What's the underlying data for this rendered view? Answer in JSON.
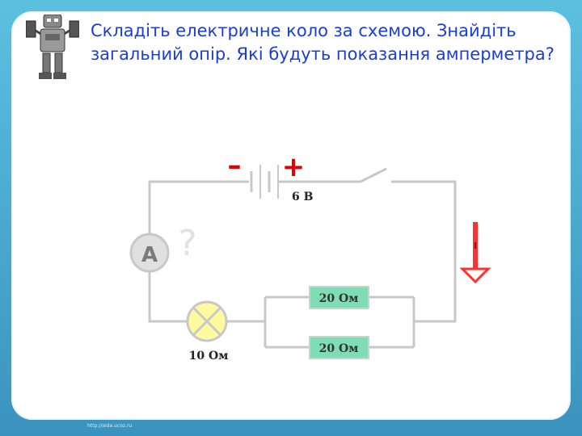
{
  "slide": {
    "title_line1": "Складіть електричне коло за схемою. Знайдіть",
    "title_line2": "загальний опір. Які будуть показання амперметра?",
    "footer_url": "http://aida.ucoz.ru"
  },
  "circuit": {
    "battery_minus": "–",
    "battery_plus": "+",
    "voltage_label": "6 В",
    "ammeter_symbol": "A",
    "ammeter_reading": "?",
    "current_label": "I",
    "lamp_resistance": "10 Ом",
    "resistor_top": "20 Ом",
    "resistor_bottom": "20 Ом"
  },
  "colors": {
    "wire": "#c8c8c8",
    "resistor_fill": "#7fdcb4",
    "lamp_fill": "#fff9a0",
    "ammeter_fill": "#e0e0e0",
    "polarity": "#e00000",
    "title": "#1a3fd0"
  }
}
